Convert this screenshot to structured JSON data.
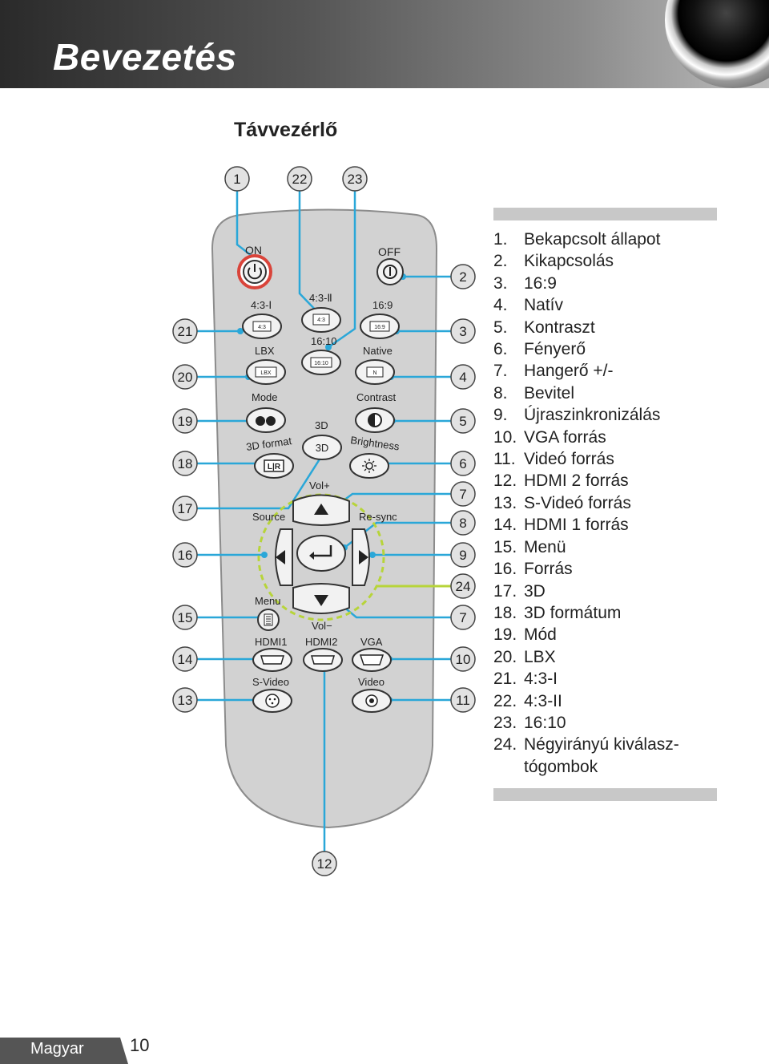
{
  "header": {
    "title": "Bevezetés"
  },
  "section_title": "Távvezérlő",
  "remote": {
    "labels": {
      "on": "ON",
      "off": "OFF",
      "ar43i": "4:3-Ⅰ",
      "ar43ii": "4:3-Ⅱ",
      "ar169": "16:9",
      "ar1610": "16:10",
      "lbx": "LBX",
      "native": "Native",
      "mode": "Mode",
      "contrast": "Contrast",
      "three_d": "3D",
      "three_d_format": "3D format",
      "brightness": "Brightness",
      "vol_plus": "Vol+",
      "vol_minus": "Vol−",
      "source": "Source",
      "resync": "Re-sync",
      "menu": "Menu",
      "hdmi1": "HDMI1",
      "hdmi2": "HDMI2",
      "vga": "VGA",
      "svideo": "S-Video",
      "video": "Video"
    },
    "button_inner": {
      "ar43": "4:3",
      "ar169": "16:9",
      "ar1610": "16:10",
      "lbx": "LBX",
      "native": "N",
      "three_d": "3D",
      "lr": "L|R"
    },
    "callouts_left": [
      "21",
      "20",
      "19",
      "18",
      "17",
      "16",
      "15",
      "14",
      "13"
    ],
    "callouts_right": [
      "2",
      "3",
      "4",
      "5",
      "6",
      "7",
      "8",
      "9",
      "24",
      "7",
      "10",
      "11"
    ],
    "callouts_top": [
      "1",
      "22",
      "23"
    ],
    "callout_bottom": "12"
  },
  "legend": [
    {
      "num": "1.",
      "label": "Bekapcsolt állapot"
    },
    {
      "num": "2.",
      "label": "Kikapcsolás"
    },
    {
      "num": "3.",
      "label": "16:9"
    },
    {
      "num": "4.",
      "label": "Natív"
    },
    {
      "num": "5.",
      "label": "Kontraszt"
    },
    {
      "num": "6.",
      "label": "Fényerő"
    },
    {
      "num": "7.",
      "label": "Hangerő +/-"
    },
    {
      "num": "8.",
      "label": "Bevitel"
    },
    {
      "num": "9.",
      "label": "Újraszinkronizálás"
    },
    {
      "num": "10.",
      "label": "VGA forrás"
    },
    {
      "num": "11.",
      "label": "Videó forrás"
    },
    {
      "num": "12.",
      "label": "HDMI 2 forrás"
    },
    {
      "num": "13.",
      "label": "S-Videó forrás"
    },
    {
      "num": "14.",
      "label": "HDMI 1 forrás"
    },
    {
      "num": "15.",
      "label": "Menü"
    },
    {
      "num": "16.",
      "label": "Forrás"
    },
    {
      "num": "17.",
      "label": "3D"
    },
    {
      "num": "18.",
      "label": "3D formátum"
    },
    {
      "num": "19.",
      "label": "Mód"
    },
    {
      "num": "20.",
      "label": "LBX"
    },
    {
      "num": "21.",
      "label": "4:3-I"
    },
    {
      "num": "22.",
      "label": "4:3-II"
    },
    {
      "num": "23.",
      "label": "16:10"
    },
    {
      "num": "24.",
      "label": "Négyirányú kiválasz-tógombok"
    }
  ],
  "footer": {
    "language": "Magyar",
    "page_number": "10"
  },
  "colors": {
    "callout_line": "#2aa7d8",
    "power_ring": "#d9443a",
    "dpad_ring": "#b7d43a",
    "remote_body": "#d2d2d2"
  }
}
